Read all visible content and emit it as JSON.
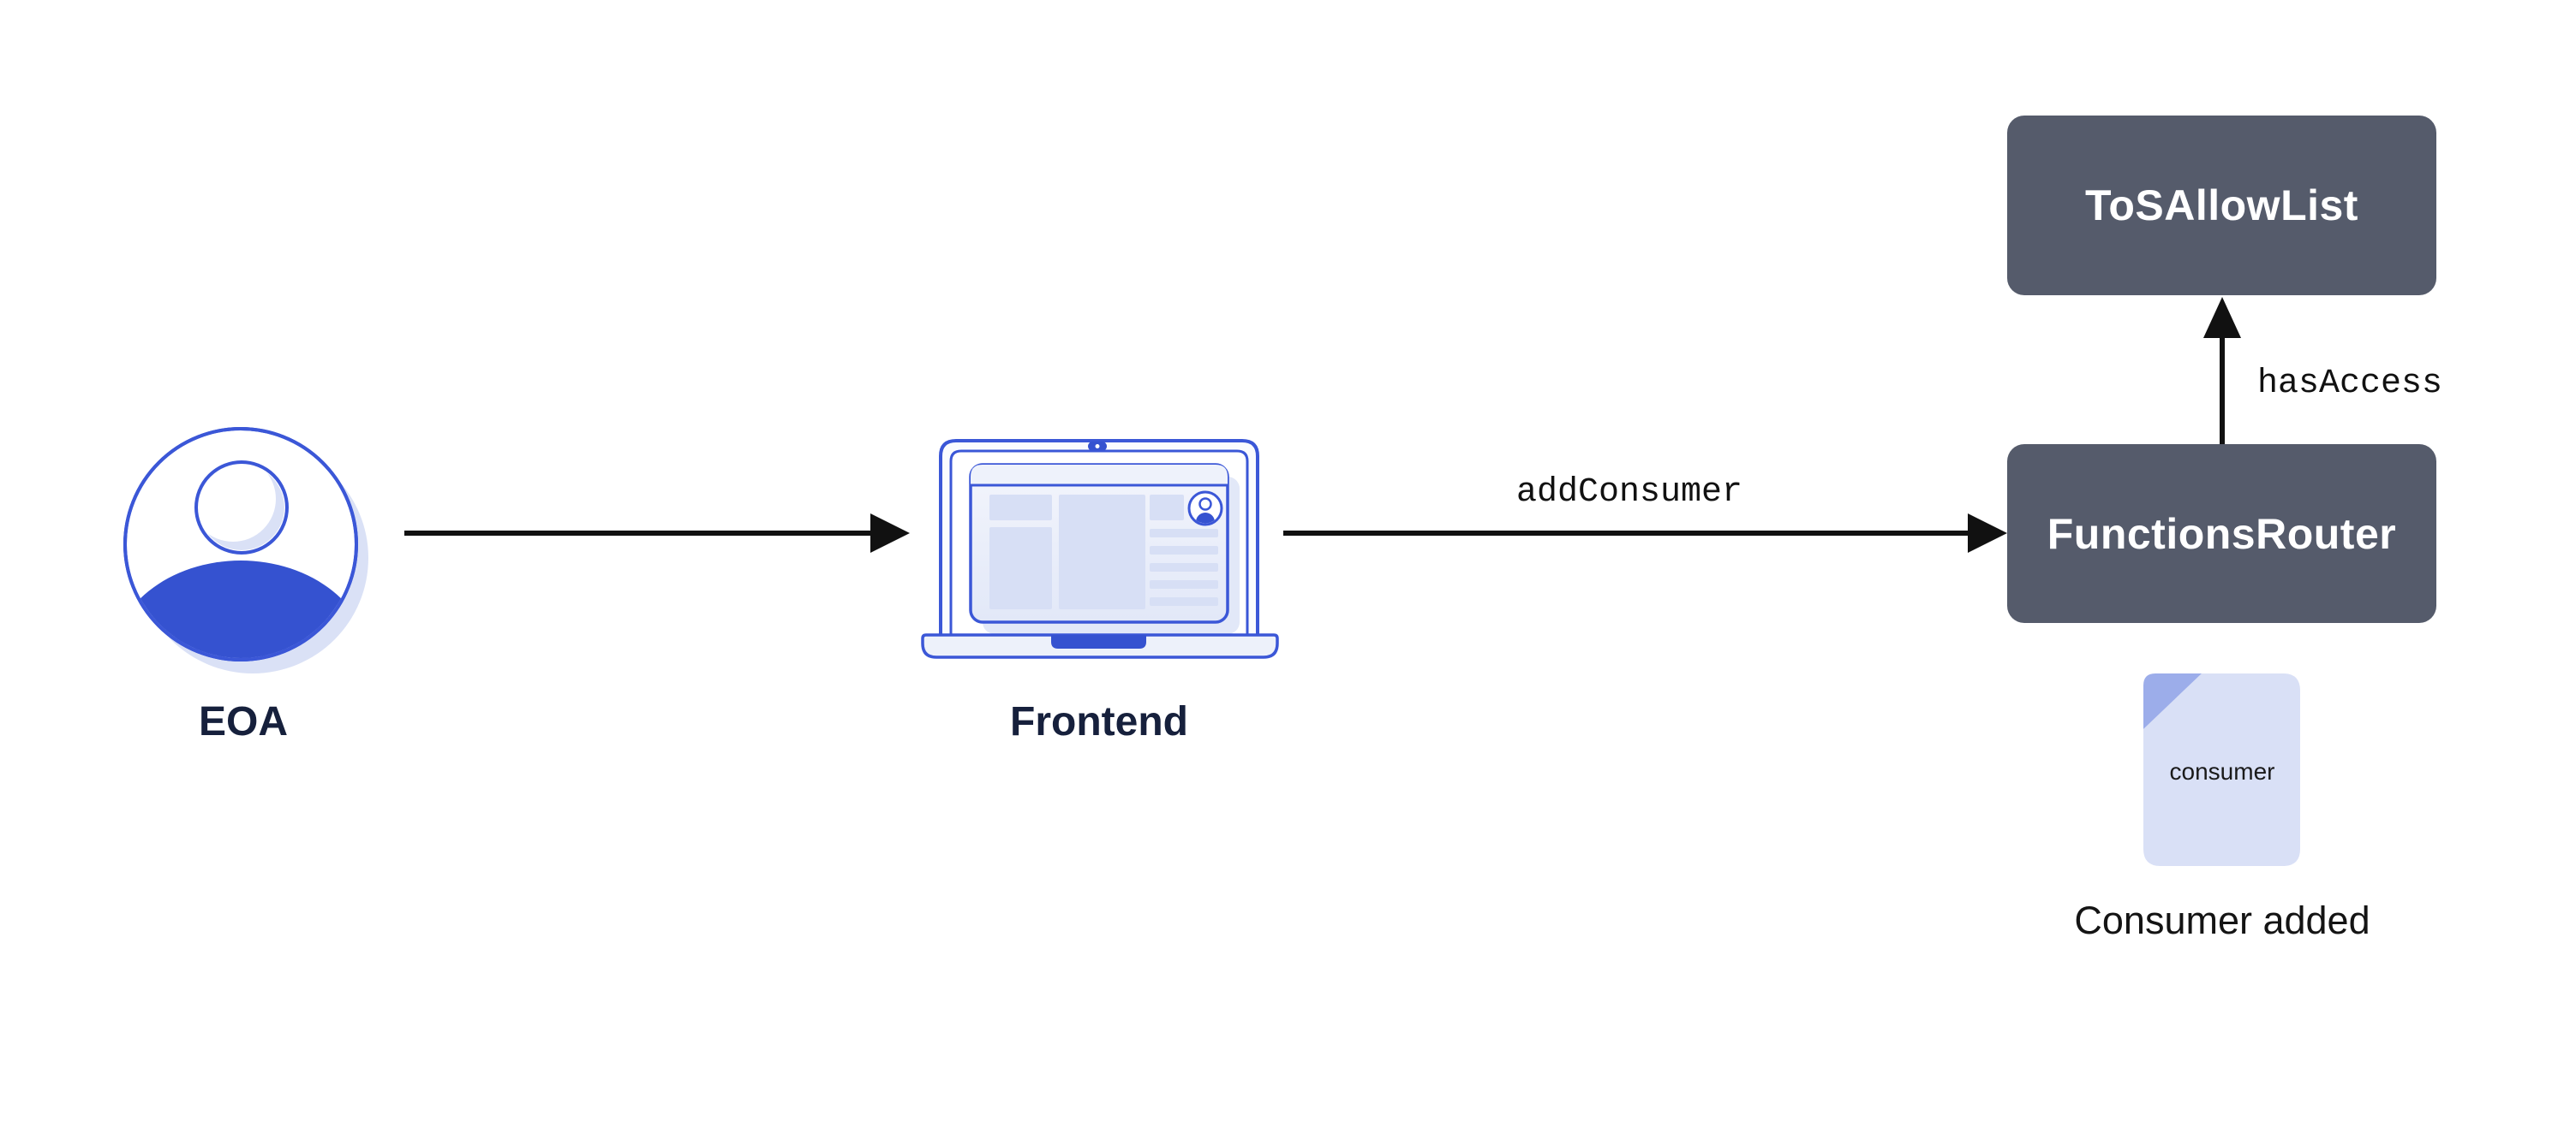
{
  "colors": {
    "background": "#ffffff",
    "accent_blue": "#3B57D7",
    "accent_blue_fill": "#3552D0",
    "light_lavender": "#DAE1F6",
    "block_fill": "#D7DFF5",
    "panel_top": "#EEF2FB",
    "panel_grad_top": "#F3F5FC",
    "panel_grad_bottom": "#E2E8F8",
    "lid_fill": "#FAFBFE",
    "base_fill": "#EDF1FA",
    "doc_fill": "#D9E0F6",
    "doc_fold": "#9CADEA",
    "node_dark": "#555B6B",
    "label_navy": "#16203C",
    "arrow_black": "#111111",
    "text_black": "#141414"
  },
  "nodes": {
    "eoa": {
      "label": "EOA",
      "icon": "user-avatar-icon"
    },
    "frontend": {
      "label": "Frontend",
      "icon": "laptop-icon"
    },
    "functions_router": {
      "label": "FunctionsRouter"
    },
    "tos_allow_list": {
      "label": "ToSAllowList"
    },
    "consumer_file": {
      "file_text": "consumer",
      "caption": "Consumer added",
      "icon": "document-icon"
    }
  },
  "edges": [
    {
      "from": "EOA",
      "to": "Frontend",
      "label": ""
    },
    {
      "from": "Frontend",
      "to": "FunctionsRouter",
      "label": "addConsumer"
    },
    {
      "from": "FunctionsRouter",
      "to": "ToSAllowList",
      "label": "hasAccess"
    }
  ]
}
